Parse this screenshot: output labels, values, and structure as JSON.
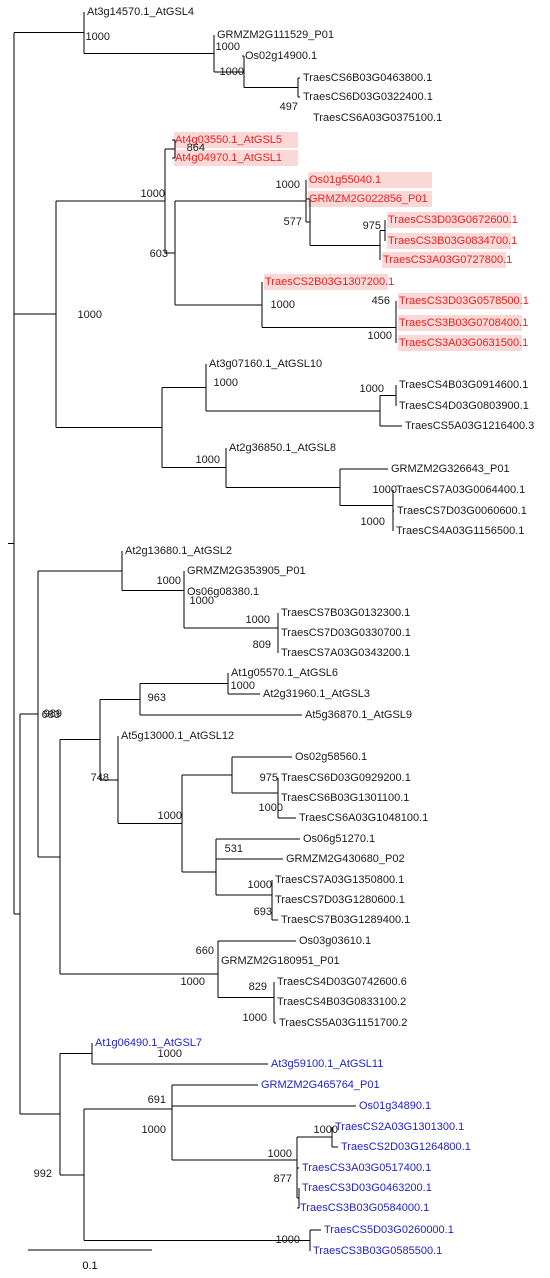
{
  "colors": {
    "branch": "#000000",
    "label_default": "#1a1a1a",
    "group_red": "#e8231e",
    "group_blue": "#2323c8",
    "highlight_bg": "#fbd8d8"
  },
  "tree": {
    "leaves": [
      {
        "label": "At3g14570.1_AtGSL4",
        "color": "default"
      },
      {
        "label": "GRMZM2G111529_P01",
        "color": "default"
      },
      {
        "label": "Os02g14900.1",
        "color": "default"
      },
      {
        "label": "TraesCS6B03G0463800.1",
        "color": "default"
      },
      {
        "label": "TraesCS6D03G0322400.1",
        "color": "default"
      },
      {
        "label": "TraesCS6A03G0375100.1",
        "color": "default"
      },
      {
        "label": "At4g03550.1_AtGSL5",
        "color": "red"
      },
      {
        "label": "At4g04970.1_AtGSL1",
        "color": "red"
      },
      {
        "label": "Os01g55040.1",
        "color": "red"
      },
      {
        "label": "GRMZM2G022856_P01",
        "color": "red"
      },
      {
        "label": "TraesCS3D03G0672600.1",
        "color": "red"
      },
      {
        "label": "TraesCS3B03G0834700.1",
        "color": "red"
      },
      {
        "label": "TraesCS3A03G0727800.1",
        "color": "red"
      },
      {
        "label": "TraesCS2B03G1307200.1",
        "color": "red"
      },
      {
        "label": "TraesCS3D03G0578500.1",
        "color": "red"
      },
      {
        "label": "TraesCS3B03G0708400.1",
        "color": "red"
      },
      {
        "label": "TraesCS3A03G0631500.1",
        "color": "red"
      },
      {
        "label": "At3g07160.1_AtGSL10",
        "color": "default"
      },
      {
        "label": "TraesCS4B03G0914600.1",
        "color": "default"
      },
      {
        "label": "TraesCS4D03G0803900.1",
        "color": "default"
      },
      {
        "label": "TraesCS5A03G1216400.3",
        "color": "default"
      },
      {
        "label": "At2g36850.1_AtGSL8",
        "color": "default"
      },
      {
        "label": "GRMZM2G326643_P01",
        "color": "default"
      },
      {
        "label": "TraesCS7A03G0064400.1",
        "color": "default"
      },
      {
        "label": "TraesCS7D03G0060600.1",
        "color": "default"
      },
      {
        "label": "TraesCS4A03G1156500.1",
        "color": "default"
      },
      {
        "label": "At2g13680.1_AtGSL2",
        "color": "default"
      },
      {
        "label": "GRMZM2G353905_P01",
        "color": "default"
      },
      {
        "label": "Os06g08380.1",
        "color": "default"
      },
      {
        "label": "TraesCS7B03G0132300.1",
        "color": "default"
      },
      {
        "label": "TraesCS7D03G0330700.1",
        "color": "default"
      },
      {
        "label": "TraesCS7A03G0343200.1",
        "color": "default"
      },
      {
        "label": "At1g05570.1_AtGSL6",
        "color": "default"
      },
      {
        "label": "At2g31960.1_AtGSL3",
        "color": "default"
      },
      {
        "label": "At5g36870.1_AtGSL9",
        "color": "default"
      },
      {
        "label": "At5g13000.1_AtGSL12",
        "color": "default"
      },
      {
        "label": "Os02g58560.1",
        "color": "default"
      },
      {
        "label": "TraesCS6D03G0929200.1",
        "color": "default"
      },
      {
        "label": "TraesCS6B03G1301100.1",
        "color": "default"
      },
      {
        "label": "TraesCS6A03G1048100.1",
        "color": "default"
      },
      {
        "label": "Os06g51270.1",
        "color": "default"
      },
      {
        "label": "GRMZM2G430680_P02",
        "color": "default"
      },
      {
        "label": "TraesCS7A03G1350800.1",
        "color": "default"
      },
      {
        "label": "TraesCS7D03G1280600.1",
        "color": "default"
      },
      {
        "label": "TraesCS7B03G1289400.1",
        "color": "default"
      },
      {
        "label": "Os03g03610.1",
        "color": "default"
      },
      {
        "label": "GRMZM2G180951_P01",
        "color": "default"
      },
      {
        "label": "TraesCS4D03G0742600.6",
        "color": "default"
      },
      {
        "label": "TraesCS4B03G0833100.2",
        "color": "default"
      },
      {
        "label": "TraesCS5A03G1151700.2",
        "color": "default"
      },
      {
        "label": "At1g06490.1_AtGSL7",
        "color": "blue"
      },
      {
        "label": "At3g59100.1_AtGSL11",
        "color": "blue"
      },
      {
        "label": "GRMZM2G465764_P01",
        "color": "blue"
      },
      {
        "label": "Os01g34890.1",
        "color": "blue"
      },
      {
        "label": "TraesCS2A03G1301300.1",
        "color": "blue"
      },
      {
        "label": "TraesCS2D03G1264800.1",
        "color": "blue"
      },
      {
        "label": "TraesCS3A03G0517400.1",
        "color": "blue"
      },
      {
        "label": "TraesCS3D03G0463200.1",
        "color": "blue"
      },
      {
        "label": "TraesCS3B03G0584000.1",
        "color": "blue"
      },
      {
        "label": "TraesCS5D03G0260000.1",
        "color": "blue"
      },
      {
        "label": "TraesCS3B03G0585500.1",
        "color": "blue"
      }
    ],
    "bootstrap_values": [
      "1000",
      "1000",
      "1000",
      "497",
      "864",
      "1000",
      "577",
      "975",
      "1000",
      "603",
      "1000",
      "456",
      "1000",
      "1000",
      "1000",
      "1000",
      "1000",
      "1000",
      "1000",
      "1000",
      "1000",
      "1000",
      "809",
      "1000",
      "963",
      "989",
      "683",
      "748",
      "975",
      "1000",
      "1000",
      "531",
      "1000",
      "693",
      "1000",
      "660",
      "829",
      "1000",
      "1000",
      "691",
      "1000",
      "1000",
      "1000",
      "877",
      "1000",
      "992"
    ],
    "scale_bar": {
      "label": "0.1",
      "length": 0.1
    }
  }
}
